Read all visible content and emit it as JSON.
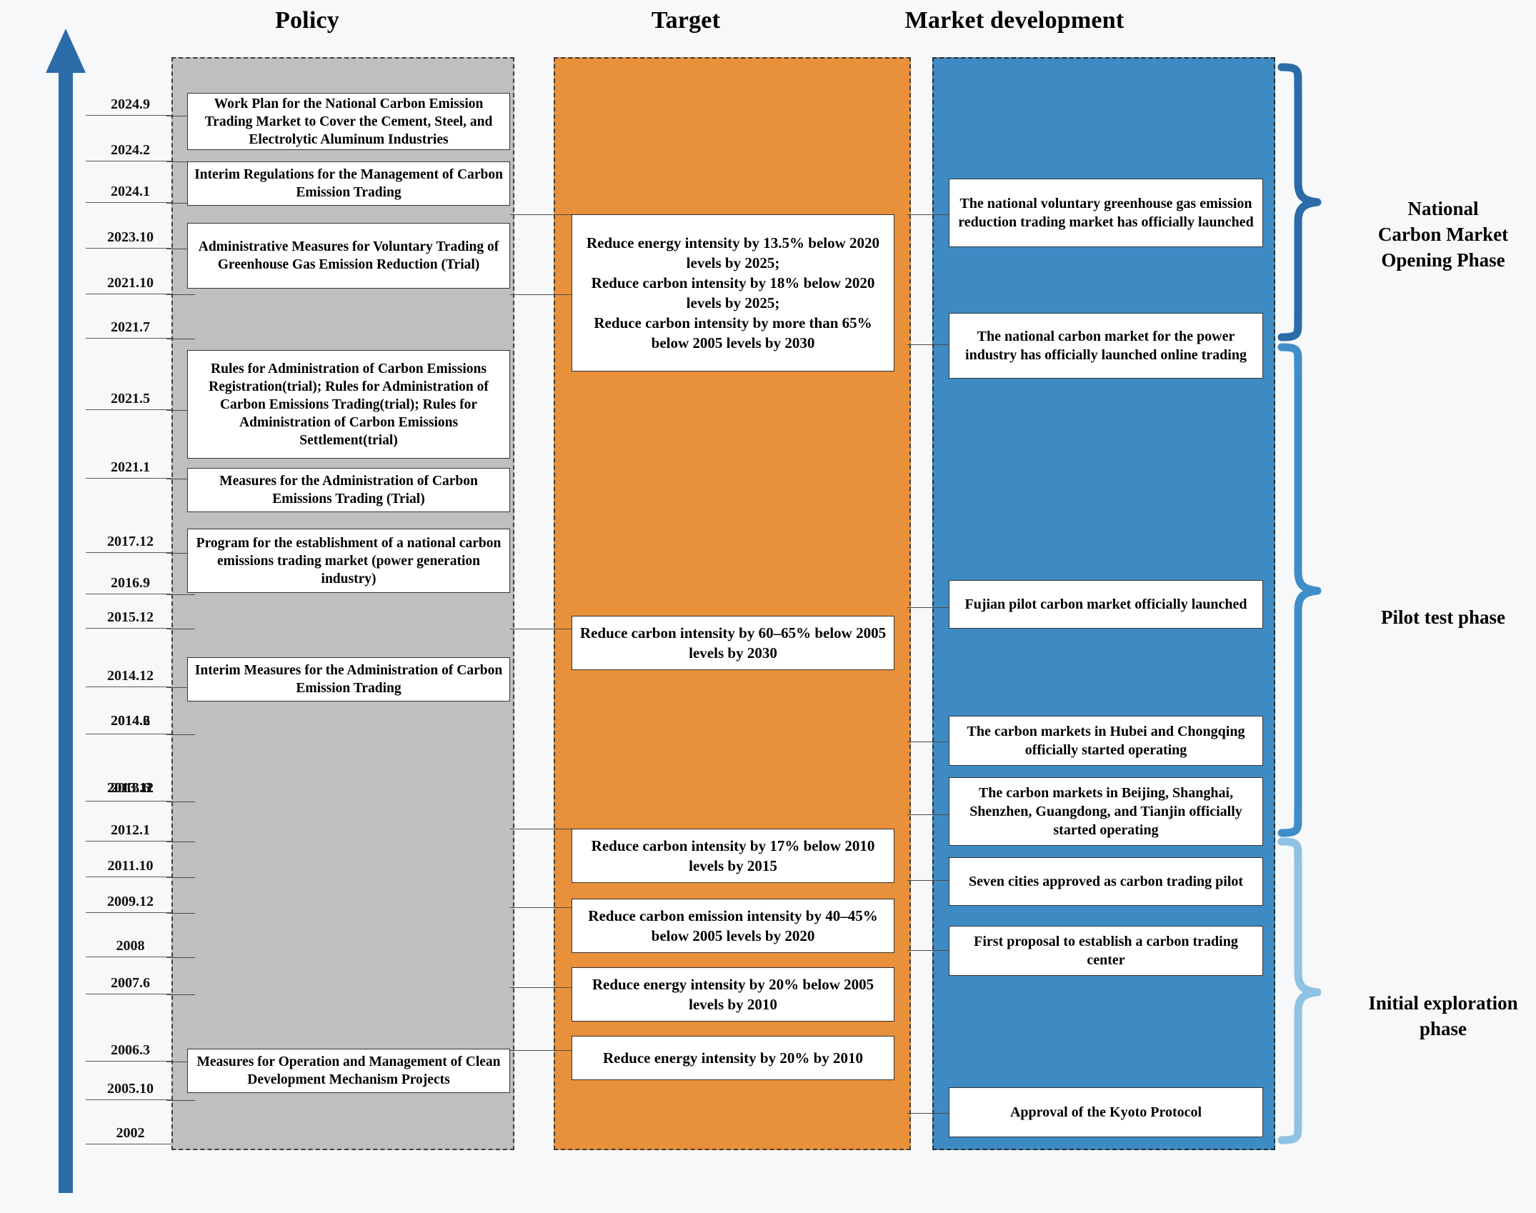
{
  "headers": {
    "policy": "Policy",
    "target": "Target",
    "market": "Market development"
  },
  "axis": {
    "direction_icon": "up-arrow-icon"
  },
  "dates": [
    "2024.9",
    "2024.2",
    "2024.1",
    "2023.10",
    "2021.10",
    "2021.7",
    "2021.5",
    "2021.1",
    "2017.12",
    "2016.9",
    "2015.12",
    "2014.12",
    "2014.6",
    "2014.2",
    "2013.12",
    "2013.11",
    "2013.6",
    "2012.1",
    "2011.10",
    "2009.12",
    "2008",
    "2007.6",
    "2006.3",
    "2005.10",
    "2002"
  ],
  "policy_items": [
    {
      "date": "2024.9",
      "text": "Work Plan for the National Carbon Emission Trading Market to Cover the Cement, Steel, and Electrolytic Aluminum Industries"
    },
    {
      "date": "2024.2",
      "text": "Interim Regulations for the Management of Carbon Emission Trading"
    },
    {
      "date": "2023.10",
      "text": "Administrative Measures for Voluntary Trading of Greenhouse Gas Emission Reduction (Trial)"
    },
    {
      "date": "2021.5",
      "text": "Rules for Administration of Carbon Emissions Registration(trial); Rules for Administration of Carbon Emissions Trading(trial); Rules for Administration of Carbon Emissions Settlement(trial)"
    },
    {
      "date": "2021.1",
      "text": "Measures for the Administration of Carbon Emissions Trading (Trial)"
    },
    {
      "date": "2017.12",
      "text": "Program for the establishment of a national carbon emissions trading market (power generation industry)"
    },
    {
      "date": "2014.12",
      "text": "Interim Measures for the Administration of Carbon Emission Trading"
    },
    {
      "date": "2005.10",
      "text": "Measures for Operation and Management of Clean Development Mechanism Projects"
    }
  ],
  "target_items": [
    {
      "date": "2021.10",
      "text": "Reduce energy intensity by 13.5% below 2020 levels by 2025;\nReduce carbon intensity by 18% below 2020 levels by 2025;\nReduce carbon intensity by more than 65% below 2005 levels by 2030"
    },
    {
      "date": "2015.12",
      "text": "Reduce carbon intensity by 60–65% below 2005 levels by 2030"
    },
    {
      "date": "2012.1",
      "text": "Reduce carbon intensity by 17% below 2010 levels by 2015"
    },
    {
      "date": "2009.12",
      "text": "Reduce carbon emission intensity by 40–45% below 2005 levels by 2020"
    },
    {
      "date": "2007.6",
      "text": "Reduce energy intensity by 20% below 2005 levels by 2010"
    },
    {
      "date": "2006.3",
      "text": "Reduce energy intensity by 20% by 2010"
    }
  ],
  "market_items": [
    {
      "date": "2024.1",
      "text": "The national voluntary greenhouse gas emission reduction trading market has officially launched"
    },
    {
      "date": "2021.7",
      "text": "The national carbon market for the power industry has officially launched online trading"
    },
    {
      "date": "2016.9",
      "text": "Fujian pilot carbon market officially launched"
    },
    {
      "date": "2014.6",
      "text": "The carbon markets in Hubei and Chongqing officially started operating"
    },
    {
      "date": "2013.6",
      "text": "The carbon markets in Beijing, Shanghai, Shenzhen, Guangdong, and Tianjin officially started operating"
    },
    {
      "date": "2011.10",
      "text": "Seven cities approved as carbon trading pilot"
    },
    {
      "date": "2008",
      "text": "First proposal to establish a carbon trading center"
    },
    {
      "date": "2002",
      "text": "Approval of the Kyoto Protocol"
    }
  ],
  "phases": [
    {
      "label": "National\nCarbon Market\nOpening Phase",
      "color": "#2a6ba8"
    },
    {
      "label": "Pilot test phase",
      "color": "#3f8ec9"
    },
    {
      "label": "Initial exploration\nphase",
      "color": "#8fc2e4"
    }
  ],
  "colors": {
    "policy_band": "#bfbfbf",
    "target_band": "#e8903a",
    "market_band": "#3e8bc4",
    "arrow": "#2a6ba8",
    "page_background": "#f7f8fa"
  }
}
